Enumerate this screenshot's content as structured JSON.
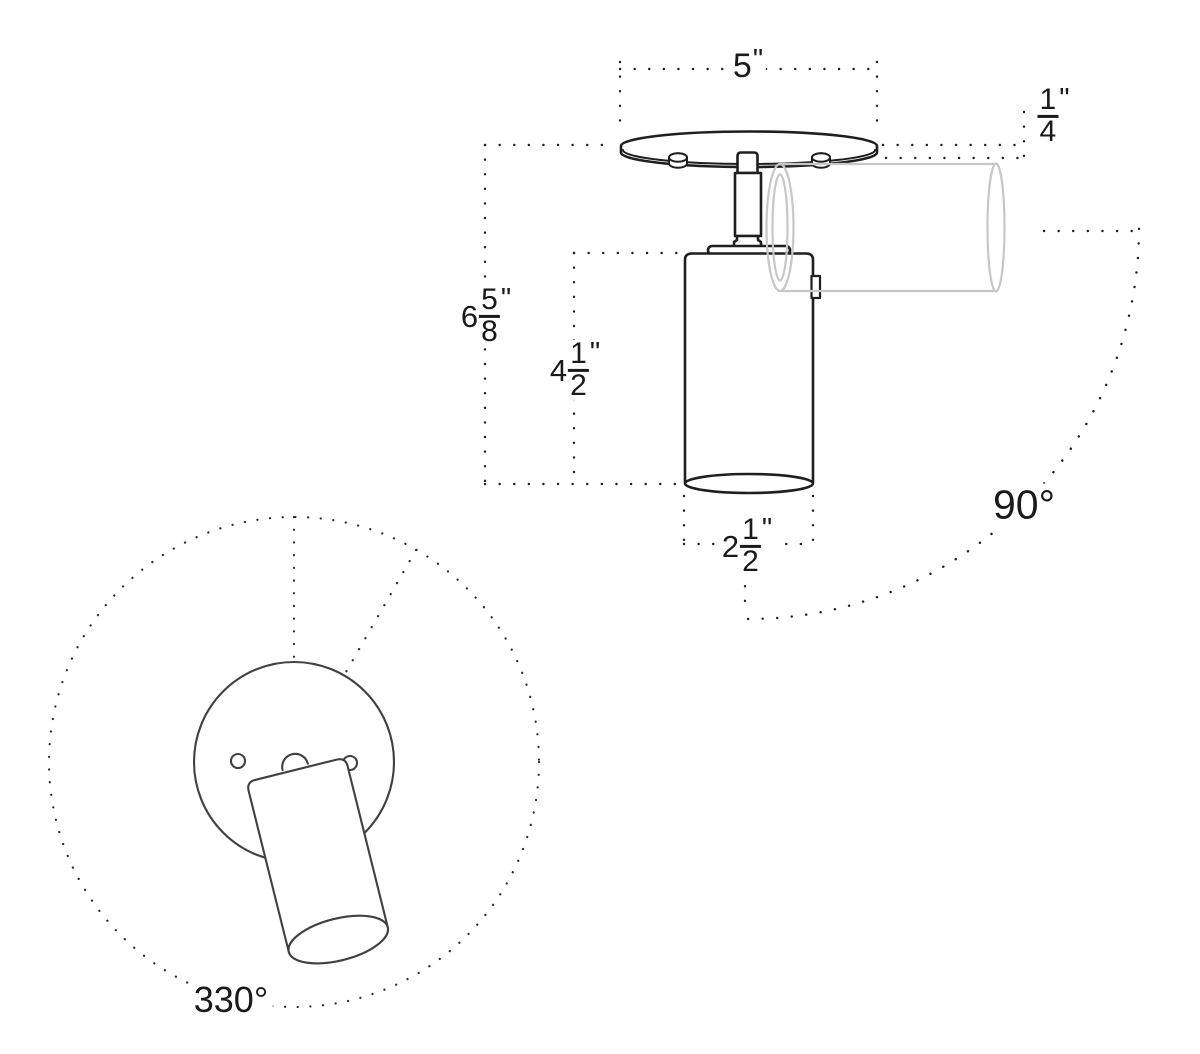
{
  "dimensions": {
    "canopy_width": {
      "whole": "5",
      "unit": "\""
    },
    "canopy_thickness": {
      "numerator": "1",
      "denominator": "4",
      "unit": "\""
    },
    "overall_height": {
      "whole": "6",
      "numerator": "5",
      "denominator": "8",
      "unit": "\""
    },
    "body_height": {
      "whole": "4",
      "numerator": "1",
      "denominator": "2",
      "unit": "\""
    },
    "body_diameter": {
      "whole": "2",
      "numerator": "1",
      "denominator": "2",
      "unit": "\""
    },
    "tilt_angle": "90°",
    "rotation_angle": "330°"
  },
  "colors": {
    "line": "#1f1f1f",
    "topview_line": "#404040",
    "ghost": "#c7c7c7",
    "background": "#ffffff"
  }
}
